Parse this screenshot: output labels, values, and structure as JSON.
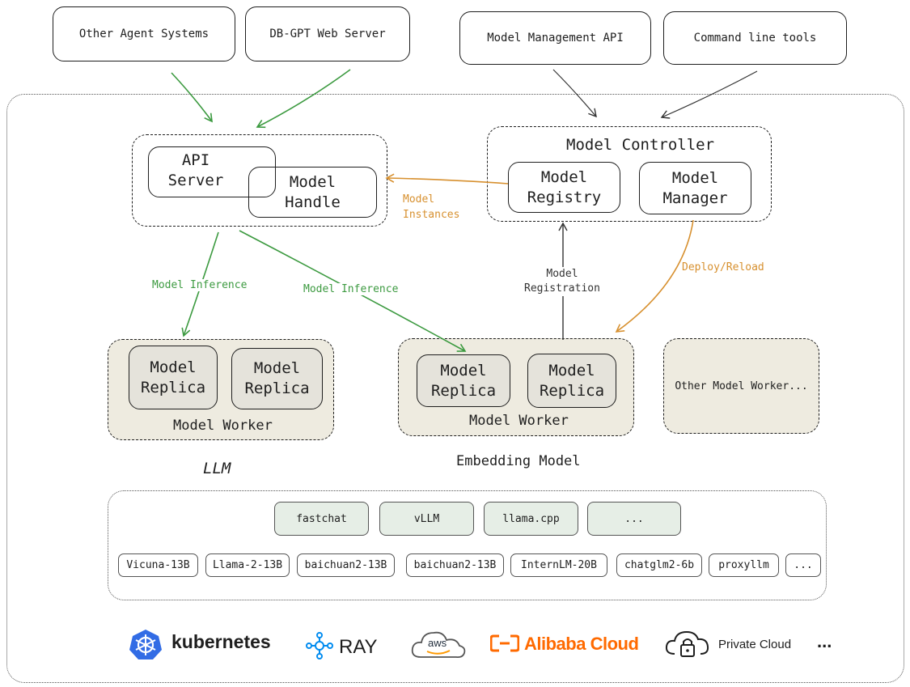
{
  "top_boxes": {
    "other_agents": "Other Agent Systems",
    "web_server": "DB-GPT Web Server",
    "model_api": "Model Management API",
    "cli": "Command line tools"
  },
  "api_group": {
    "api_server": "API\nServer",
    "model_handle": "Model\nHandle"
  },
  "controller": {
    "title": "Model Controller",
    "registry": "Model\nRegistry",
    "manager": "Model\nManager"
  },
  "edge_labels": {
    "instances": "Model\nInstances",
    "inference_1": "Model Inference",
    "inference_2": "Model Inference",
    "registration": "Model\nRegistration",
    "deploy": "Deploy/Reload"
  },
  "workers": {
    "llm": {
      "replica_1": "Model\nReplica",
      "replica_2": "Model\nReplica",
      "label": "Model Worker",
      "caption": "LLM"
    },
    "embedding": {
      "replica_1": "Model\nReplica",
      "replica_2": "Model\nReplica",
      "label": "Model Worker",
      "caption": "Embedding Model"
    },
    "other": "Other Model Worker..."
  },
  "engines": [
    "fastchat",
    "vLLM",
    "llama.cpp",
    "..."
  ],
  "models": [
    "Vicuna-13B",
    "Llama-2-13B",
    "baichuan2-13B",
    "baichuan2-13B",
    "InternLM-20B",
    "chatglm2-6b",
    "proxyllm",
    "..."
  ],
  "platforms": {
    "kubernetes": "kubernetes",
    "ray": "RAY",
    "aws": "aws",
    "alibaba": "Alibaba Cloud",
    "private": "Private Cloud",
    "more": "..."
  },
  "colors": {
    "green": "#3c9a40",
    "orange": "#d7902f",
    "worker_fill": "#eeebe0",
    "engine_fill": "#e6eee6",
    "k8s_blue": "#326ce5",
    "alibaba_orange": "#ff6a00",
    "ray_blue": "#028cf0"
  }
}
